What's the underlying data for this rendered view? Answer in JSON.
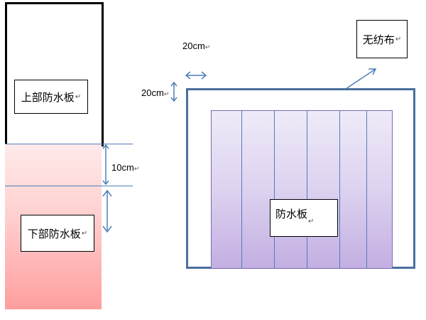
{
  "left": {
    "upper_label": "上部防水板",
    "lower_label": "下部防水板",
    "overlap_label": "10cm"
  },
  "right": {
    "top_dim_label": "20cm",
    "side_dim_label": "20cm",
    "fabric_label": "无纺布",
    "board_label": "防水板"
  },
  "para_mark": "↵",
  "colors": {
    "line_blue": "#4f7fb8",
    "frame_blue": "#4a6f9d",
    "lower_panel_pink": "#ffb3b3",
    "board_purple": "#d5c8ee"
  }
}
